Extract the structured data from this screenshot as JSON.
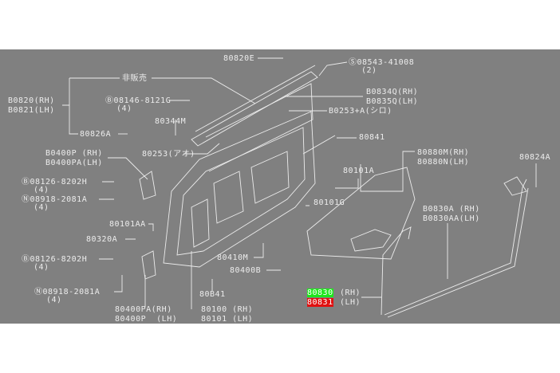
{
  "diagram": {
    "colors": {
      "background": "#808080",
      "line": "#ececec",
      "highlight_rh": "#1ee61e",
      "highlight_lh": "#e01010"
    },
    "labels": {
      "p80820E": "80820E",
      "not_for_sale": "非販売",
      "p80820_rh": "B0820(RH)",
      "p80821_lh": "B0821(LH)",
      "bolt_08146": "Ⓑ08146-8121G",
      "bolt_08146_qty": "(4)",
      "p80344M": "80344M",
      "p80826A": "80826A",
      "p80253_ao": "80253(アオ)",
      "p80400P_rh": "B0400P (RH)",
      "p80400PA_lh": "B0400PA(LH)",
      "bolt_08126_a": "Ⓑ08126-8202H",
      "bolt_08126_a_qty": "(4)",
      "nut_08918_a": "Ⓝ08918-2081A",
      "nut_08918_a_qty": "(4)",
      "p80101AA": "80101AA",
      "p80320A": "80320A",
      "bolt_08126_b": "Ⓑ08126-8202H",
      "bolt_08126_b_qty": "(4)",
      "nut_08918_b": "Ⓝ08918-2081A",
      "nut_08918_b_qty": "(4)",
      "p80400PA_rh": "80400PA(RH)",
      "p80400P_lh": "80400P  (LH)",
      "p80410M": "80410M",
      "p80400B": "80400B",
      "p80841_low": "80B41",
      "p80100_rh": "80100 (RH)",
      "p80101_lh": "80101 (LH)",
      "screw_08543": "Ⓢ08543-41008",
      "screw_08543_qty": "(2)",
      "p80834Q_rh": "B0834Q(RH)",
      "p80835Q_lh": "B0835Q(LH)",
      "p80253A_shiro": "B0253+A(シロ)",
      "p80841": "80841",
      "p80880M_rh": "80880M(RH)",
      "p80880N_lh": "80880N(LH)",
      "p80824A": "80824A",
      "p80101A": "80101A",
      "p80101G": "80101G",
      "p80830A_rh": "B0830A (RH)",
      "p80830AA_lh": "B0830AA(LH)",
      "p80830": "80830",
      "rh": "(RH)",
      "p80831": "80831",
      "lh": "(LH)"
    }
  }
}
